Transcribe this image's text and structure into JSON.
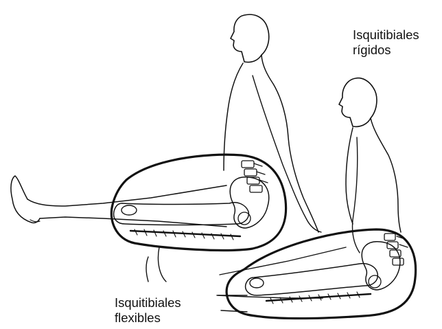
{
  "labels": {
    "rigid": {
      "line1": "Isquitibiales",
      "line2": "rígidos"
    },
    "flexible": {
      "line1": "Isquitibiales",
      "line2": "flexibles"
    }
  },
  "colors": {
    "ink": "#111111",
    "background": "#ffffff"
  }
}
